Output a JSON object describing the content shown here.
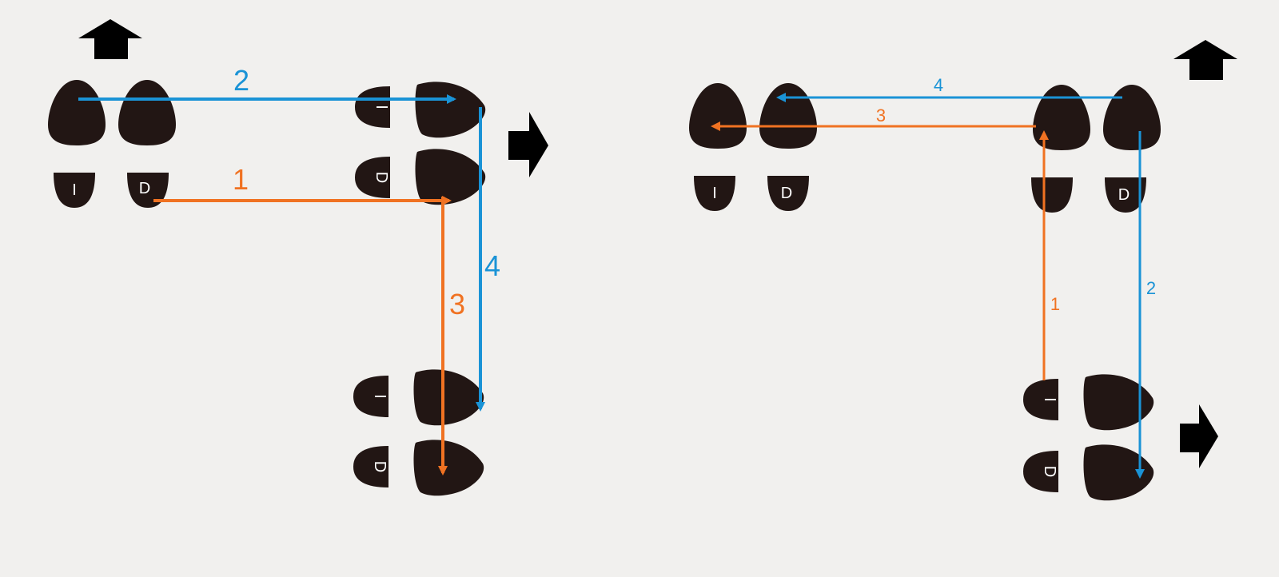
{
  "diagrams": [
    {
      "name": "left-figure",
      "labels": {
        "left_heel": "I",
        "right_heel": "D"
      },
      "steps": [
        {
          "label": "1",
          "color": "#f07222"
        },
        {
          "label": "2",
          "color": "#1a93d6"
        },
        {
          "label": "3",
          "color": "#f07222"
        },
        {
          "label": "4",
          "color": "#1a93d6"
        }
      ]
    },
    {
      "name": "right-figure",
      "labels": {
        "left_heel": "I",
        "right_heel": "D"
      },
      "steps": [
        {
          "label": "1",
          "color": "#f07222"
        },
        {
          "label": "2",
          "color": "#1a93d6"
        },
        {
          "label": "3",
          "color": "#f07222"
        },
        {
          "label": "4",
          "color": "#1a93d6"
        }
      ]
    }
  ],
  "colors": {
    "background": "#f1f0ee",
    "shoe": "#221614",
    "orange": "#f07222",
    "blue": "#1a93d6"
  }
}
